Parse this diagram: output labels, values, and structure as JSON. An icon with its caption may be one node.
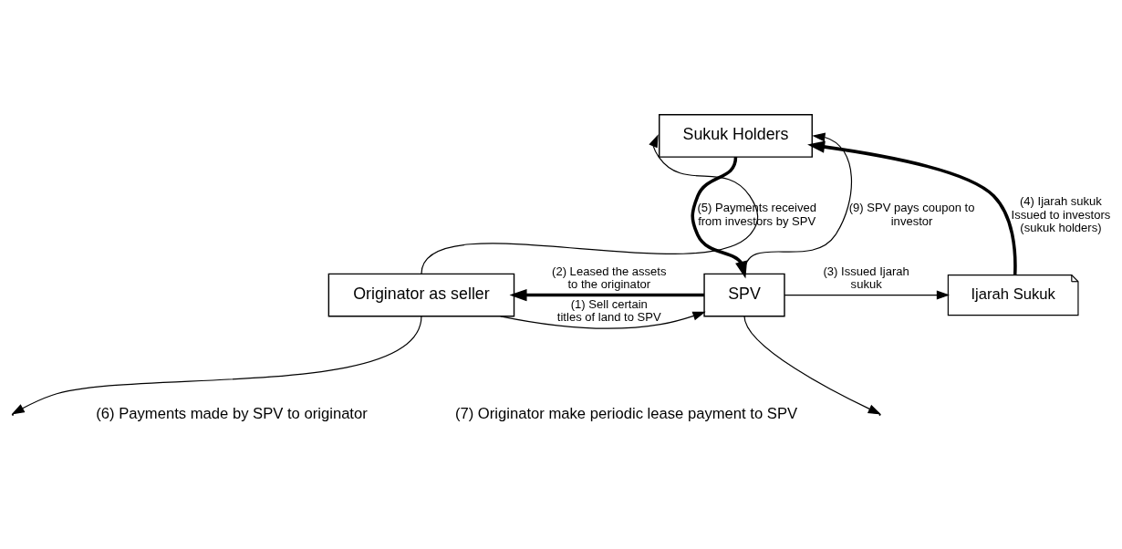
{
  "diagram": {
    "nodes": [
      {
        "text": [
          "Sukuk Holders"
        ]
      },
      {
        "text": [
          "Originator as seller"
        ]
      },
      {
        "text": [
          "SPV"
        ]
      },
      {
        "text": [
          "Ijarah Sukuk"
        ]
      }
    ],
    "edges": [
      {
        "from": 1,
        "to": 0,
        "arrow": "to"
      },
      {
        "from": 3,
        "to": 0,
        "arrow": "to",
        "style": "thick",
        "label": "(4) Ijarah sukuk Issued to investors (sukuk holders)"
      },
      {
        "from": 2,
        "to": 0,
        "arrow": "to",
        "label": "(9) SPV pays coupon to investor"
      },
      {
        "from": 0,
        "to": 2,
        "arrow": "to",
        "style": "thick",
        "label": "(5) Payments received from investors by SPV"
      },
      {
        "from": 1,
        "to": 2,
        "arrow": "to",
        "label": "(1) Sell certain titles of land to SPV"
      },
      {
        "from": 2,
        "to": 1,
        "arrow": "to",
        "style": "thick",
        "label": "(2) Leased the assets to the originator"
      },
      {
        "from": 2,
        "to": 3,
        "arrow": "to",
        "label": "(3) Issued Ijarah sukuk"
      },
      {
        "from": 1,
        "to": null,
        "arrow": "to"
      },
      {
        "from": 2,
        "to": null,
        "arrow": "to"
      }
    ],
    "labels": [
      "(6) Payments made by SPV to originator",
      "(7) Originator make periodic lease payment to SPV"
    ]
  }
}
